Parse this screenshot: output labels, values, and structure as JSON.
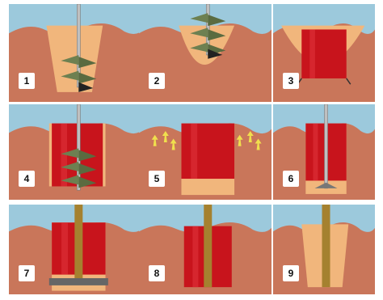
{
  "panels": [
    {
      "step": "1"
    },
    {
      "step": "2"
    },
    {
      "step": "3"
    },
    {
      "step": "4"
    },
    {
      "step": "5"
    },
    {
      "step": "6"
    },
    {
      "step": "7"
    },
    {
      "step": "8"
    },
    {
      "step": "9"
    }
  ],
  "colors": {
    "sky": "#9cc9dc",
    "soil": "#c9765a",
    "pit": "#f1b67c",
    "casing": "#c8141c",
    "auger_blade": "#6d8051",
    "rod": "#bfbfbf",
    "concrete_column": "#a5812f",
    "arrows": "#f0df4d"
  }
}
